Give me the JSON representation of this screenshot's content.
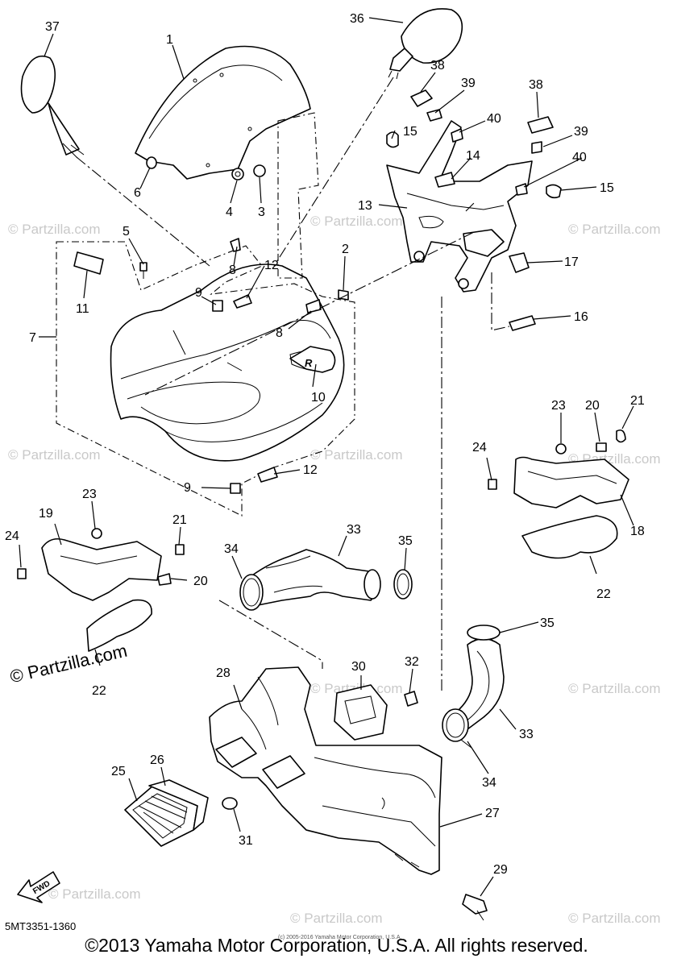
{
  "diagram": {
    "code": "5MT3351-1360",
    "copyright": "©2013 Yamaha Motor Corporation, U.S.A. All rights reserved.",
    "small_notice": "(c) 2005-2016 Yamaha Motor Corporation, U.S.A.",
    "brand_watermark": "© Partzilla.com",
    "fwd_label": "FWD",
    "callouts": [
      "1",
      "2",
      "3",
      "4",
      "5",
      "6",
      "7",
      "8",
      "8",
      "9",
      "9",
      "10",
      "11",
      "12",
      "12",
      "13",
      "14",
      "15",
      "15",
      "16",
      "17",
      "18",
      "19",
      "20",
      "20",
      "21",
      "21",
      "22",
      "22",
      "23",
      "23",
      "24",
      "24",
      "25",
      "26",
      "27",
      "28",
      "29",
      "30",
      "31",
      "32",
      "33",
      "33",
      "34",
      "34",
      "35",
      "35",
      "36",
      "37",
      "38",
      "38",
      "39",
      "39",
      "40",
      "40"
    ]
  },
  "colors": {
    "line": "#000000",
    "watermark": "#c9c9c9",
    "background": "#ffffff"
  }
}
